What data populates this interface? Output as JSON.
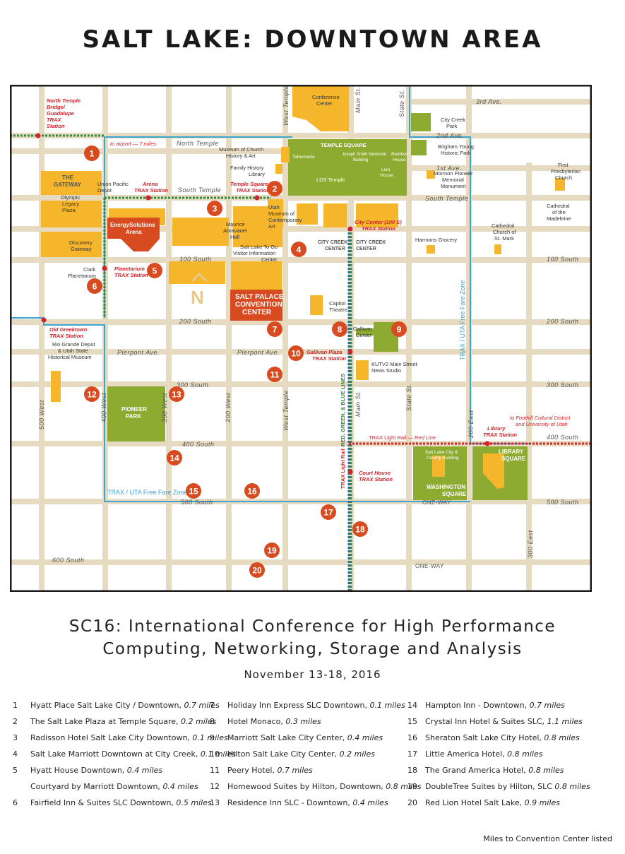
{
  "title": "SALT LAKE: DOWNTOWN AREA",
  "north_letter": "N",
  "streets": {
    "third_ave": "3rd Ave.",
    "second_ave": "2nd Ave.",
    "first_ave": "1st Ave.",
    "north_temple": "North Temple",
    "south_temple_w": "South Temple",
    "south_temple_e": "South Temple",
    "s100_w": "100 South",
    "s100_e": "100 South",
    "s200_w": "200 South",
    "s200_e": "200 South",
    "pierpont_w": "Pierpont Ave.",
    "pierpont_e": "Pierpont Ave.",
    "s300_w": "300 South",
    "s300_e": "300 South",
    "s400_w": "400 South",
    "s400_e": "400 South",
    "s500_w": "500 South",
    "s500_e": "500 South",
    "s600": "600 South",
    "west_temple": "West Temple",
    "main_st": "Main St.",
    "state_st": "State St.",
    "w500": "500 West",
    "w400": "400 West",
    "w300": "300 West",
    "w200": "200 West",
    "west_temple_s": "West Temple",
    "main_st_s": "Main St.",
    "state_st_s": "State St.",
    "e200": "200 East",
    "e300": "300 East",
    "one_way_1": "ONE-WAY",
    "one_way_2": "ONE-WAY"
  },
  "stations": {
    "north_temple": [
      "North Temple",
      "Bridge/",
      "Guadalupe",
      "TRAX",
      "Station"
    ],
    "arena": [
      "Arena",
      "TRAX Station"
    ],
    "temple_square": [
      "Temple Square",
      "TRAX Station"
    ],
    "city_center": [
      "City Center (100 S)",
      "TRAX Station"
    ],
    "planetarium": [
      "Planetarium",
      "TRAX Station"
    ],
    "old_greektown": [
      "Old Greektown",
      "TRAX Station"
    ],
    "gallivan": [
      "Gallivan Plaza",
      "TRAX Station"
    ],
    "court_house": [
      "Court House",
      "TRAX Station"
    ],
    "library": [
      "Library",
      "TRAX Station"
    ]
  },
  "labels": {
    "to_airport": "to airport — 7 miles",
    "to_foothill": [
      "to Foothill Cultural District",
      "and University of Utah"
    ],
    "trax_red": "TRAX Light Rail —",
    "red_line": "Red Line",
    "trax_vertical": "TRAX Light Rail —",
    "red_green_blue": "RED, GREEN, & BLUE LINES",
    "free_fare_w": "TRAX / UTA Free Fare Zone",
    "free_fare_e": "TRAX / UTA Free Fare Zone"
  },
  "places": {
    "conference_center": [
      "Conference",
      "Center"
    ],
    "city_creek_park": [
      "City Creek",
      "Park"
    ],
    "brigham_young": [
      "Brigham Young",
      "Historic Park"
    ],
    "mormon_pioneer": [
      "Mormon Pioneer",
      "Memorial",
      "Monument"
    ],
    "first_presbyterian": [
      "First",
      "Presbyterian",
      "Church"
    ],
    "cathedral_madeleine": [
      "Cathedral",
      "of the",
      "Madeleine"
    ],
    "cathedral_st_mark": [
      "Cathedral",
      "Church of",
      "St. Mark"
    ],
    "harmons": "Harmons Grocery",
    "temple_square": "TEMPLE SQUARE",
    "tabernacle": "Tabernacle",
    "lds_temple": "LDS Temple",
    "joseph_smith": [
      "Joseph Smith Memorial",
      "Building"
    ],
    "beehive": [
      "Beehive",
      "House"
    ],
    "lion_house": [
      "Lion",
      "House"
    ],
    "museum_church": [
      "Museum of Church",
      "History & Art"
    ],
    "family_history": [
      "Family History",
      "Library"
    ],
    "utah_museum": [
      "Utah",
      "Museum of",
      "Contemporary",
      "Art"
    ],
    "abravanel": [
      "Maurice",
      "Abravanel",
      "Hall"
    ],
    "visitor_center": [
      "Salt Lake To Go",
      "Visitor Information",
      "Center"
    ],
    "city_creek_center_1": [
      "CITY CREEK",
      "CENTER"
    ],
    "city_creek_center_2": [
      "CITY CREEK",
      "CENTER"
    ],
    "gateway": [
      "THE",
      "GATEWAY"
    ],
    "olympic_plaza": [
      "Olympic",
      "Legacy",
      "Plaza"
    ],
    "union_pacific": [
      "Union Pacific",
      "Depot"
    ],
    "discovery_gateway": [
      "Discovery",
      "Gateway"
    ],
    "clark_planetarium": [
      "Clark",
      "Planetarium"
    ],
    "energysolutions": [
      "EnergySolutions",
      "Arena"
    ],
    "salt_palace": [
      "SALT PALACE",
      "CONVENTION",
      "CENTER"
    ],
    "capitol_theatre": [
      "Capitol",
      "Theatre"
    ],
    "gallivan_center": [
      "Gallivan",
      "Center"
    ],
    "kutv2": [
      "KUTV2 Main Street",
      "News Studio"
    ],
    "rio_grande": [
      "Rio Grande Depot",
      "& Utah State",
      "Historical Museum"
    ],
    "pioneer_park": [
      "PIONEER",
      "PARK"
    ],
    "washington_square": [
      "WASHINGTON",
      "SQUARE"
    ],
    "county_building": [
      "Salt Lake City &",
      "County Building"
    ],
    "library_square": [
      "LIBRARY",
      "SQUARE"
    ]
  },
  "markers": [
    "1",
    "2",
    "3",
    "4",
    "5",
    "6",
    "7",
    "8",
    "9",
    "10",
    "11",
    "12",
    "13",
    "14",
    "15",
    "16",
    "17",
    "18",
    "19",
    "20"
  ],
  "colors": {
    "building": "#f5b62b",
    "park": "#8cab30",
    "street": "#e6dac1",
    "marker": "#d84a1f",
    "label_box": "#d84a1f",
    "free_fare_zone": "#3da3d1",
    "trax_red": "#d2232a",
    "trax_green": "#2e8b3e",
    "trax_blue": "#1f6fb2"
  },
  "conference": {
    "line1": "SC16: International Conference for High Performance",
    "line2": "Computing, Networking, Storage and Analysis",
    "dates": "November 13-18, 2016"
  },
  "hotels": {
    "col1": [
      {
        "num": "1",
        "name": "Hyatt Place Salt Lake City / Downtown,",
        "miles": "0.7 miles"
      },
      {
        "num": "2",
        "name": "The Salt Lake Plaza at Temple Square,",
        "miles": "0.2 miles"
      },
      {
        "num": "3",
        "name": "Radisson Hotel Salt Lake City Downtown,",
        "miles": "0.1 miles"
      },
      {
        "num": "4",
        "name": "Salt Lake Marriott Downtown at City Creek,",
        "miles": "0.1 miles"
      },
      {
        "num": "5",
        "name": "Hyatt House Downtown,",
        "miles": "0.4 miles"
      },
      {
        "num": "",
        "name": "Courtyard by Marriott Downtown,",
        "miles": "0.4 miles"
      },
      {
        "num": "6",
        "name": "Fairfield Inn & Suites SLC Downtown,",
        "miles": "0.5 miles"
      }
    ],
    "col2": [
      {
        "num": "7",
        "name": "Holiday Inn Express SLC Downtown,",
        "miles": "0.1 miles"
      },
      {
        "num": "8",
        "name": "Hotel Monaco,",
        "miles": "0.3 miles"
      },
      {
        "num": "9",
        "name": "Marriott Salt Lake City Center,",
        "miles": "0.4 miles"
      },
      {
        "num": "10",
        "name": "Hilton Salt Lake City Center,",
        "miles": "0.2 miles"
      },
      {
        "num": "11",
        "name": "Peery Hotel,",
        "miles": "0.7 miles"
      },
      {
        "num": "12",
        "name": "Homewood Suites by Hilton, Downtown,",
        "miles": "0.8 miles"
      },
      {
        "num": "13",
        "name": "Residence Inn SLC - Downtown,",
        "miles": "0.4 miles"
      }
    ],
    "col3": [
      {
        "num": "14",
        "name": "Hampton Inn - Downtown,",
        "miles": "0.7 miles"
      },
      {
        "num": "15",
        "name": "Crystal Inn Hotel & Suites SLC,",
        "miles": "1.1 miles"
      },
      {
        "num": "16",
        "name": "Sheraton Salt Lake City Hotel,",
        "miles": "0.8 miles"
      },
      {
        "num": "17",
        "name": "Little America Hotel,",
        "miles": "0.8 miles"
      },
      {
        "num": "18",
        "name": "The Grand America Hotel,",
        "miles": "0.8 miles"
      },
      {
        "num": "19",
        "name": "DoubleTree Suites by Hilton, SLC",
        "miles": "0.8 miles"
      },
      {
        "num": "20",
        "name": "Red Lion Hotel Salt Lake,",
        "miles": "0.9 miles"
      }
    ]
  },
  "footer": "Miles to Convention Center listed"
}
